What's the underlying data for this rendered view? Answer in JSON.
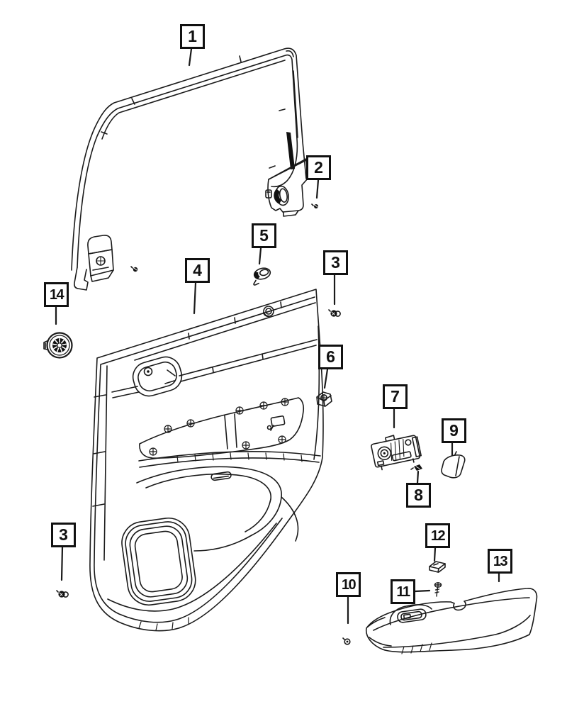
{
  "diagram": {
    "background": "#ffffff",
    "line_color": "#1a1a1a",
    "callouts": {
      "c1": "1",
      "c2": "2",
      "c3_upper": "3",
      "c3_lower": "3",
      "c4": "4",
      "c5": "5",
      "c6": "6",
      "c7": "7",
      "c8": "8",
      "c9": "9",
      "c10": "10",
      "c11": "11",
      "c12": "12",
      "c13": "13",
      "c14": "14"
    }
  }
}
